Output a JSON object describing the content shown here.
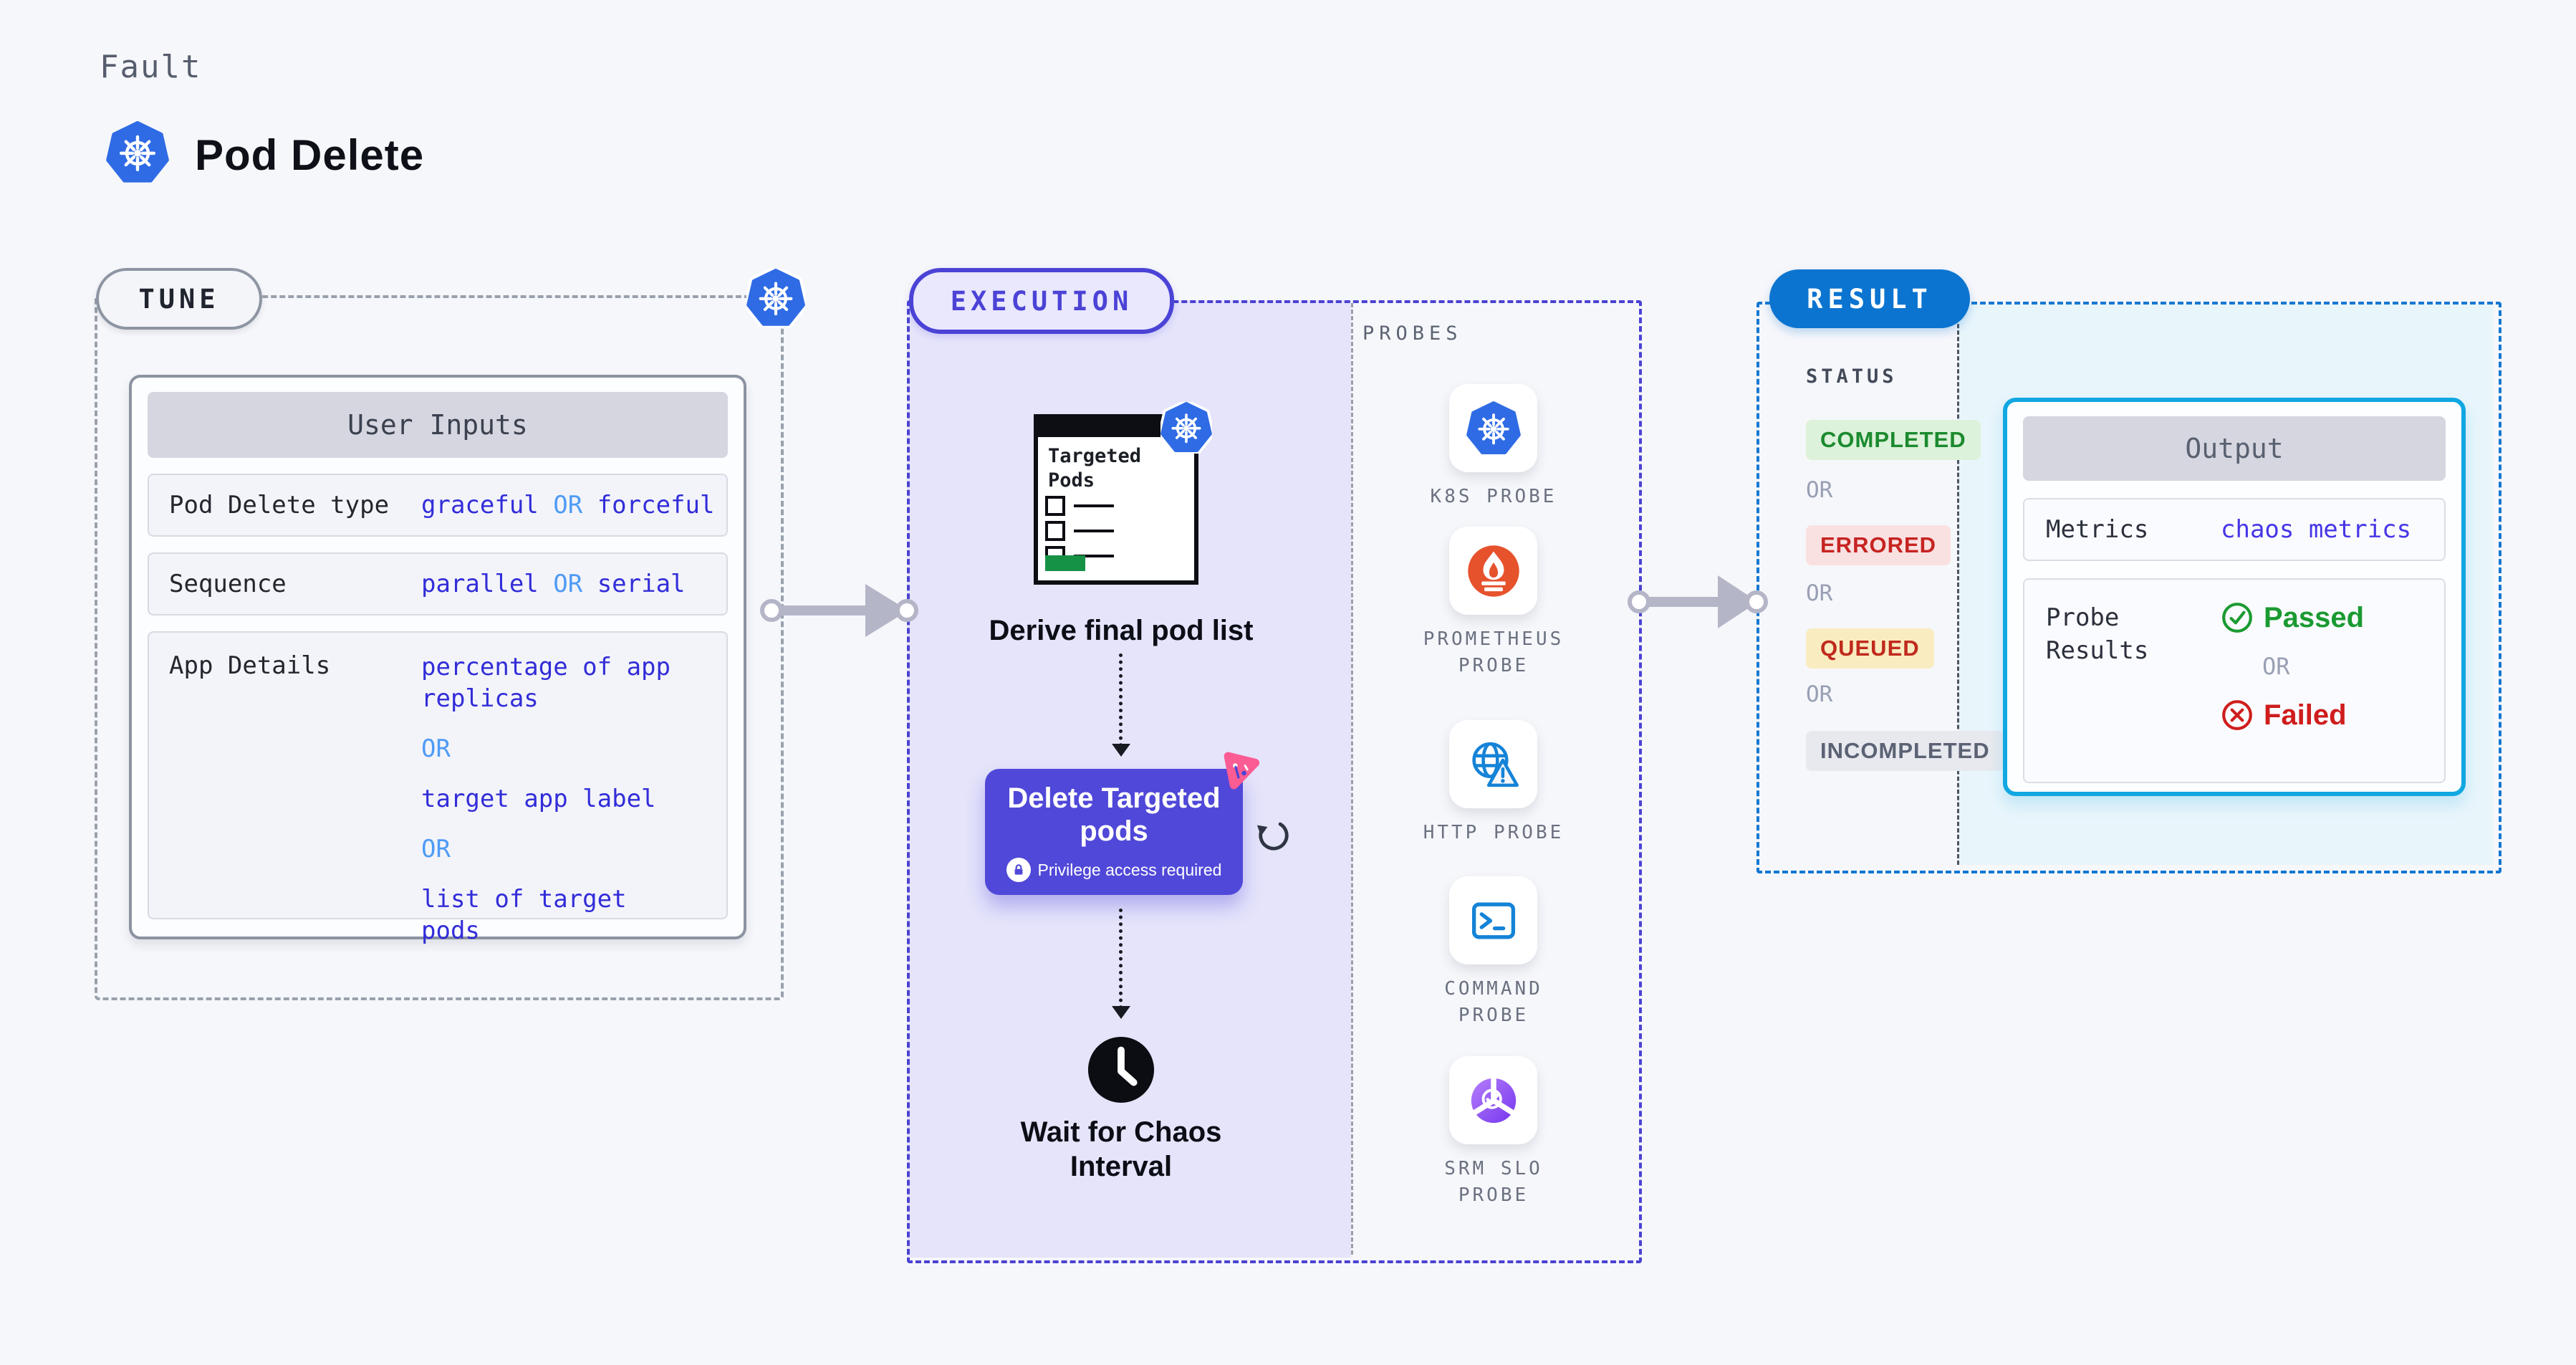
{
  "header": {
    "eyebrow": "Fault",
    "title": "Pod Delete"
  },
  "tune": {
    "pill": "TUNE",
    "card_title": "User Inputs",
    "rows": [
      {
        "label": "Pod Delete type",
        "v1": "graceful",
        "or": "OR",
        "v2": "forceful"
      },
      {
        "label": "Sequence",
        "v1": "parallel",
        "or": "OR",
        "v2": "serial"
      },
      {
        "label": "App Details",
        "options": [
          "percentage of app replicas",
          "OR",
          "target app label",
          "OR",
          "list of target pods"
        ]
      }
    ]
  },
  "execution": {
    "pill": "EXECUTION",
    "targeted_pods_title": "Targeted Pods",
    "derive_label": "Derive final pod list",
    "delete_title": "Delete Targeted pods",
    "privilege_note": "Privilege access required",
    "wait_label": "Wait for Chaos Interval"
  },
  "probes": {
    "heading": "PROBES",
    "items": [
      {
        "label": "K8S PROBE",
        "icon": "kubernetes-icon"
      },
      {
        "label": "PROMETHEUS PROBE",
        "icon": "prometheus-icon"
      },
      {
        "label": "HTTP PROBE",
        "icon": "http-globe-icon"
      },
      {
        "label": "COMMAND PROBE",
        "icon": "terminal-icon"
      },
      {
        "label": "SRM SLO PROBE",
        "icon": "srm-slo-icon"
      }
    ]
  },
  "result": {
    "pill": "RESULT",
    "status_heading": "STATUS",
    "or": "OR",
    "statuses": [
      "COMPLETED",
      "ERRORED",
      "QUEUED",
      "INCOMPLETED"
    ],
    "output": {
      "title": "Output",
      "metrics_label": "Metrics",
      "metrics_value": "chaos metrics",
      "probe_results_label": "Probe Results",
      "passed": "Passed",
      "or": "OR",
      "failed": "Failed"
    }
  },
  "colors": {
    "kubernetes_blue": "#2f6be4",
    "execution_purple": "#4b43d6",
    "delete_card_purple": "#5048d8",
    "result_blue": "#0b74d0",
    "output_cyan": "#11a7e1",
    "value_indigo": "#322dd8",
    "or_light_blue": "#4f9bf5",
    "success_green": "#1b9a31",
    "error_red": "#cf1d1d",
    "queued_bg_yellow": "#f9ecc0",
    "prometheus_orange": "#e6522c",
    "litmus_pink": "#fb5c93"
  }
}
